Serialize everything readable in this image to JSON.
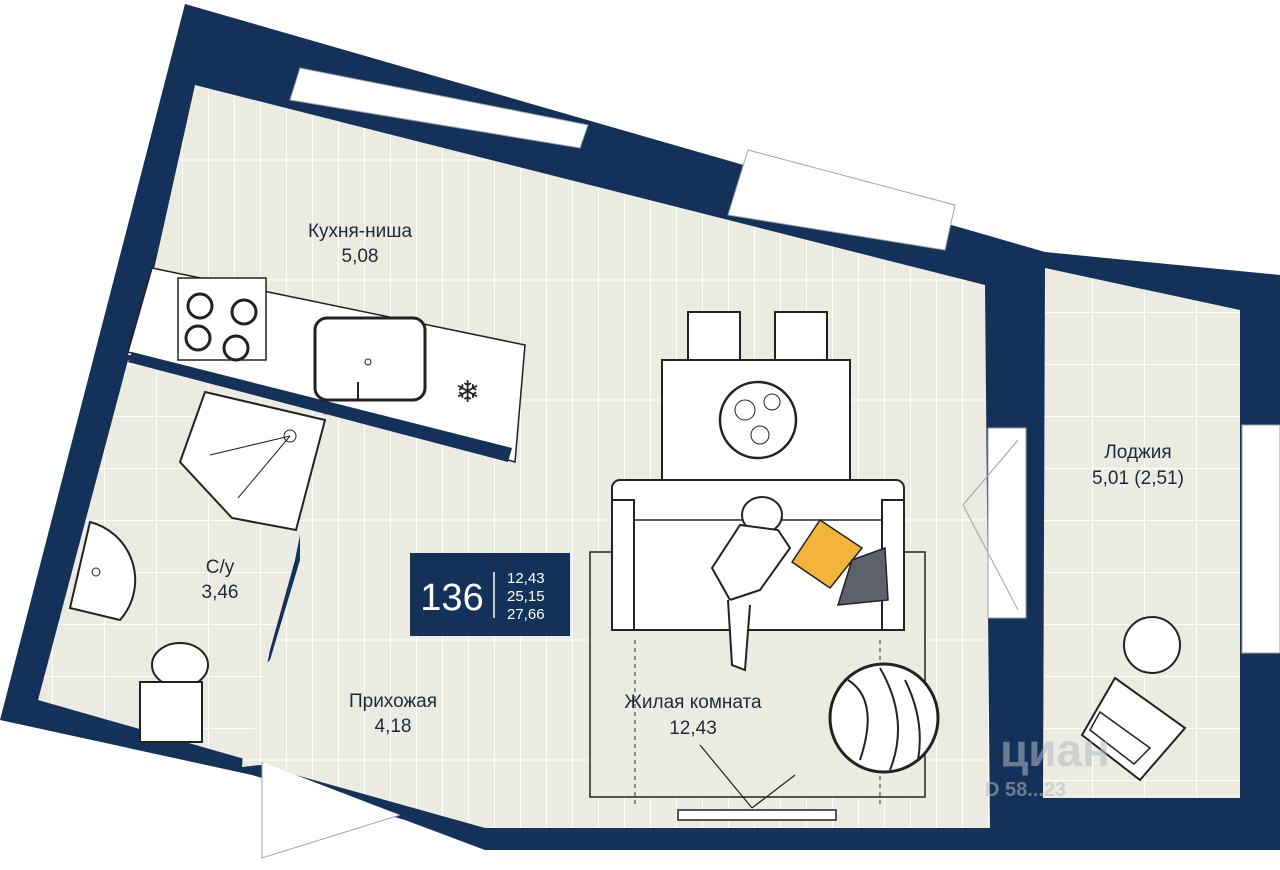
{
  "plan": {
    "apartment_number": "136",
    "areas": {
      "living": "12,43",
      "living_total": "25,15",
      "total": "27,66"
    },
    "rooms": [
      {
        "name": "Кухня-ниша",
        "area": "5,08"
      },
      {
        "name": "С/у",
        "area": "3,46"
      },
      {
        "name": "Прихожая",
        "area": "4,18"
      },
      {
        "name": "Жилая комната",
        "area": "12,43"
      },
      {
        "name": "Лоджия",
        "area": "5,01 (2,51)"
      }
    ],
    "watermark": {
      "brand": "циан",
      "id": "D 58...23"
    }
  },
  "colors": {
    "wall": "#133159",
    "floor": "#ecebe1",
    "floor_line": "#ffffff",
    "line": "#222222",
    "accent_pillow": "#f2b53a",
    "dark_pillow": "#5e616c"
  }
}
